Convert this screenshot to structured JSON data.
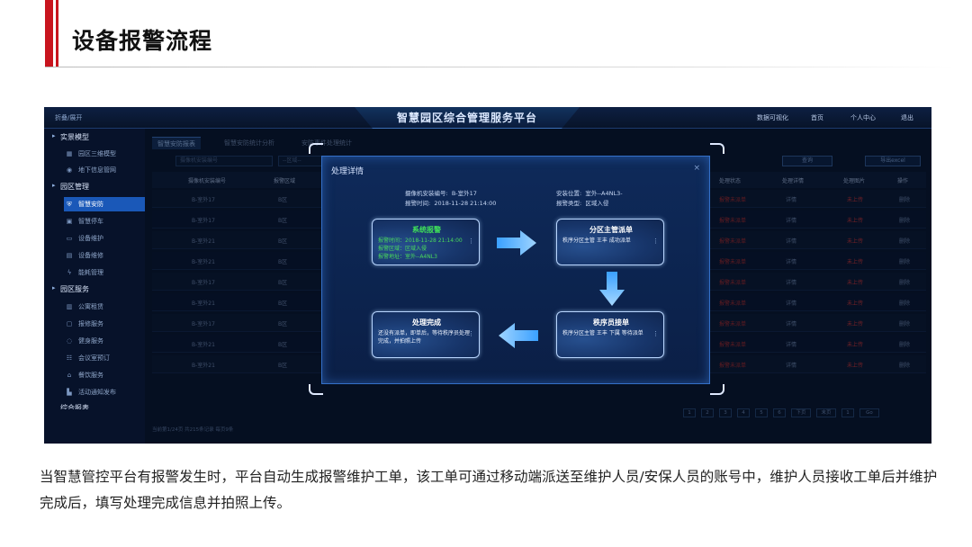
{
  "slide": {
    "title": "设备报警流程",
    "caption": "当智慧管控平台有报警发生时，平台自动生成报警维护工单，该工单可通过移动端派送至维护人员/安保人员的账号中，维护人员接收工单后并维护完成后，填写处理完成信息并拍照上传。"
  },
  "app": {
    "collapse_label": "折叠/展开",
    "platform_title": "智慧园区综合管理服务平台",
    "nav": [
      "数据可视化",
      "首页",
      "个人中心",
      "退出"
    ]
  },
  "sidebar": {
    "groups": [
      {
        "label": "实景模型",
        "items": [
          {
            "label": "园区三维模型",
            "icon": "cube-icon"
          },
          {
            "label": "地下信息管网",
            "icon": "pin-icon"
          }
        ]
      },
      {
        "label": "园区管理",
        "items": [
          {
            "label": "智慧安防",
            "icon": "shield-icon",
            "active": true
          },
          {
            "label": "智慧停车",
            "icon": "car-icon"
          },
          {
            "label": "设备维护",
            "icon": "monitor-icon"
          },
          {
            "label": "设备维修",
            "icon": "wrench-icon"
          },
          {
            "label": "能耗管理",
            "icon": "bolt-icon"
          }
        ]
      },
      {
        "label": "园区服务",
        "items": [
          {
            "label": "公寓租赁",
            "icon": "building-icon"
          },
          {
            "label": "报修服务",
            "icon": "doc-icon"
          },
          {
            "label": "健身服务",
            "icon": "dumbbell-icon"
          },
          {
            "label": "会议室预订",
            "icon": "meeting-icon"
          },
          {
            "label": "餐饮服务",
            "icon": "food-icon"
          },
          {
            "label": "活动通知发布",
            "icon": "notice-icon"
          }
        ]
      },
      {
        "label": "综合报表",
        "items": []
      }
    ]
  },
  "tabs": [
    "智慧安防报表",
    "智慧安防统计分析",
    "安防事件处理统计"
  ],
  "filters": {
    "camera_placeholder": "摄像机安装编号",
    "area_placeholder": "--区域--",
    "search_button": "查询",
    "export_button": "导出excel"
  },
  "table": {
    "headers": [
      "摄像机安装编号",
      "报警区域",
      "处理状态",
      "处理详情",
      "处理图片",
      "操作"
    ],
    "rows": [
      {
        "camera": "B-室外17",
        "area": "B区",
        "status": "报警未派单",
        "detail": "详情",
        "image": "未上传",
        "op": "删除"
      },
      {
        "camera": "B-室外17",
        "area": "B区",
        "status": "报警未派单",
        "detail": "详情",
        "image": "未上传",
        "op": "删除"
      },
      {
        "camera": "B-室外21",
        "area": "B区",
        "status": "报警未派单",
        "detail": "详情",
        "image": "未上传",
        "op": "删除"
      },
      {
        "camera": "B-室外21",
        "area": "B区",
        "status": "报警未派单",
        "detail": "详情",
        "image": "未上传",
        "op": "删除"
      },
      {
        "camera": "B-室外17",
        "area": "B区",
        "status": "报警未派单",
        "detail": "详情",
        "image": "未上传",
        "op": "删除"
      },
      {
        "camera": "B-室外21",
        "area": "B区",
        "status": "报警未派单",
        "detail": "详情",
        "image": "未上传",
        "op": "删除"
      },
      {
        "camera": "B-室外17",
        "area": "B区",
        "status": "报警未派单",
        "detail": "详情",
        "image": "未上传",
        "op": "删除"
      },
      {
        "camera": "B-室外21",
        "area": "B区",
        "status": "报警未派单",
        "detail": "详情",
        "image": "未上传",
        "op": "删除"
      },
      {
        "camera": "B-室外21",
        "area": "B区",
        "status": "报警未派单",
        "detail": "详情",
        "image": "未上传",
        "op": "删除"
      }
    ],
    "footer": "当前第1/24页 共215条记录 每页9条",
    "pager": [
      "1",
      "2",
      "3",
      "4",
      "5",
      "6",
      "下页",
      "末页",
      "1",
      "Go"
    ]
  },
  "modal": {
    "title": "处理详情",
    "close": "×",
    "info": [
      {
        "label": "摄像机安装编号:",
        "value": "B-室外17"
      },
      {
        "label": "报警时间:",
        "value": "2018-11-28 21:14:00"
      },
      {
        "label": "安装位置:",
        "value": "室外--A4NL3-"
      },
      {
        "label": "报警类型:",
        "value": "区域入侵"
      }
    ],
    "steps": [
      {
        "title": "系统报警",
        "lines": [
          "报警时间：2018-11-28 21:14:00",
          "报警区域：区域入侵",
          "报警地址：室外--A4NL3"
        ]
      },
      {
        "title": "分区主管派单",
        "lines": [
          "秩序分区主管 王丰 成功派单"
        ]
      },
      {
        "title": "秩序员接单",
        "lines": [
          "秩序分区主管 王丰 下属 等待派单"
        ]
      },
      {
        "title": "处理完成",
        "lines": [
          "还没有派单，即单后，等待秩序员处理完成，并拍照上传"
        ]
      }
    ]
  },
  "colors": {
    "accent_red": "#c8141e",
    "active_blue": "#1a58b8",
    "alarm_green": "#3fe05a",
    "status_red": "#d33636"
  }
}
